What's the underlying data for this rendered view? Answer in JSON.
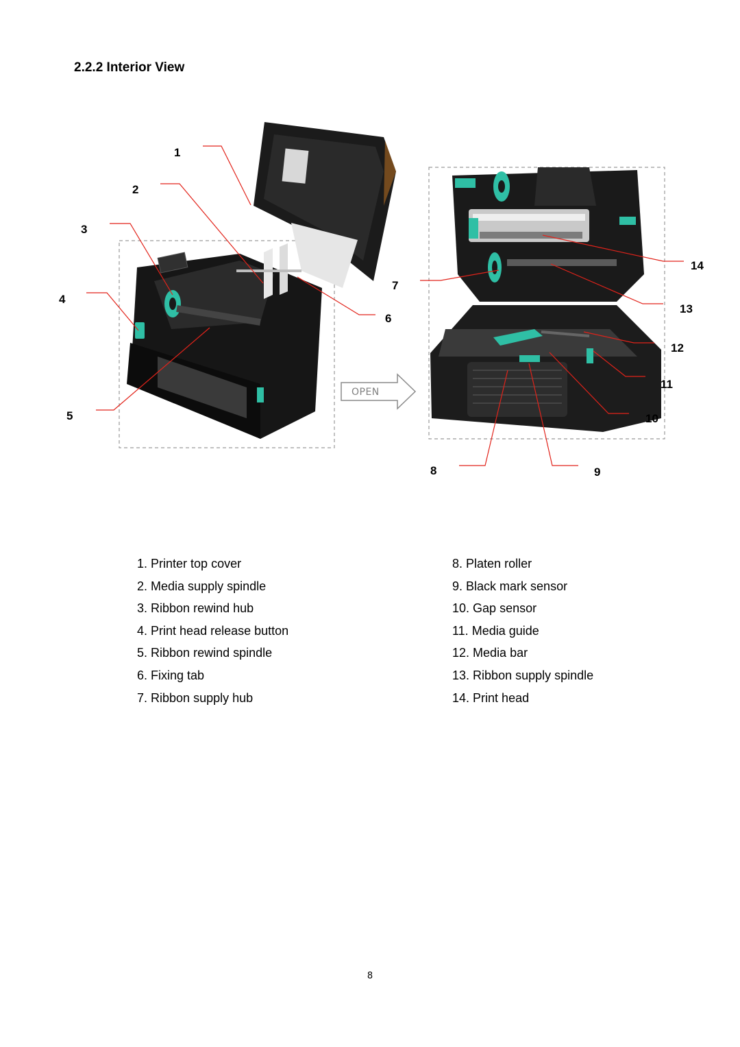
{
  "section_heading": "2.2.2 Interior View",
  "figure": {
    "open_label": "OPEN",
    "callouts": {
      "c1": "1",
      "c2": "2",
      "c3": "3",
      "c4": "4",
      "c5": "5",
      "c6": "6",
      "c7": "7",
      "c8": "8",
      "c9": "9",
      "c10": "10",
      "c11": "11",
      "c12": "12",
      "c13": "13",
      "c14": "14"
    },
    "leader_color": "#e2231a",
    "accent_color": "#2fbfa5"
  },
  "legend": {
    "left": [
      {
        "num": "1.",
        "label": "Printer top cover"
      },
      {
        "num": "2.",
        "label": "Media supply spindle"
      },
      {
        "num": "3.",
        "label": "Ribbon rewind hub"
      },
      {
        "num": "4.",
        "label": "Print head release button"
      },
      {
        "num": "5.",
        "label": "Ribbon rewind spindle"
      },
      {
        "num": "6.",
        "label": "Fixing tab"
      },
      {
        "num": "7.",
        "label": "Ribbon supply hub"
      }
    ],
    "right": [
      {
        "num": "8.",
        "label": "Platen roller"
      },
      {
        "num": "9.",
        "label": "Black mark sensor"
      },
      {
        "num": "10.",
        "label": "Gap sensor"
      },
      {
        "num": "11.",
        "label": "Media guide"
      },
      {
        "num": "12.",
        "label": "Media bar"
      },
      {
        "num": "13.",
        "label": "Ribbon supply spindle"
      },
      {
        "num": "14.",
        "label": "Print head"
      }
    ]
  },
  "page_number": "8"
}
